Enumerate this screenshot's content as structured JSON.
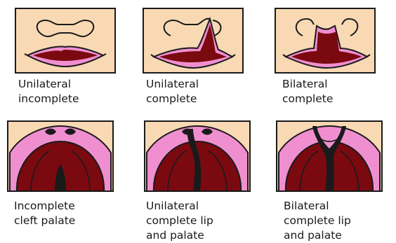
{
  "captions": {
    "unilateral_incomplete": [
      "Unilateral",
      "incomplete"
    ],
    "unilateral_complete": [
      "Unilateral",
      "complete"
    ],
    "bilateral_complete": [
      "Bilateral",
      "complete"
    ],
    "incomplete_cleft_palate": [
      "Incomplete",
      "cleft palate"
    ],
    "unilateral_complete_lip_palate": [
      "Unilateral",
      "complete lip",
      "and palate"
    ],
    "bilateral_complete_lip_palate": [
      "Bilateral",
      "complete lip",
      "and palate"
    ]
  },
  "colors": {
    "skin": "#f8d9b4",
    "mouth": "#7a0a10",
    "lip": "#f08fd0",
    "outline": "#1a1a1a"
  }
}
